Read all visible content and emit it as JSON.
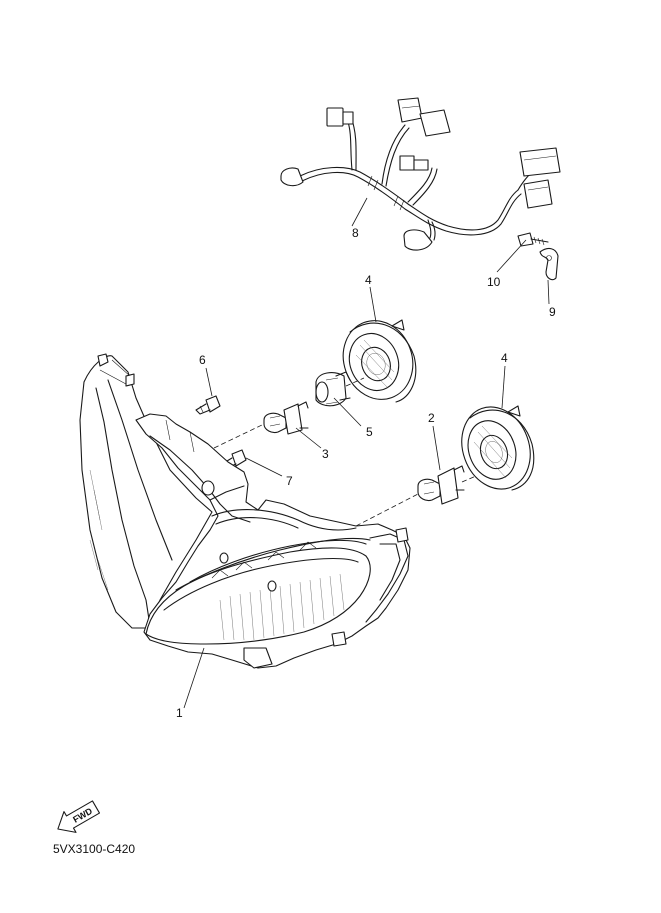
{
  "callouts": {
    "c1": "1",
    "c2": "2",
    "c3": "3",
    "c4a": "4",
    "c4b": "4",
    "c5": "5",
    "c6": "6",
    "c7": "7",
    "c8": "8",
    "c9": "9",
    "c10": "10"
  },
  "forward_badge": "FWD",
  "diagram_code": "5VX3100-C420"
}
